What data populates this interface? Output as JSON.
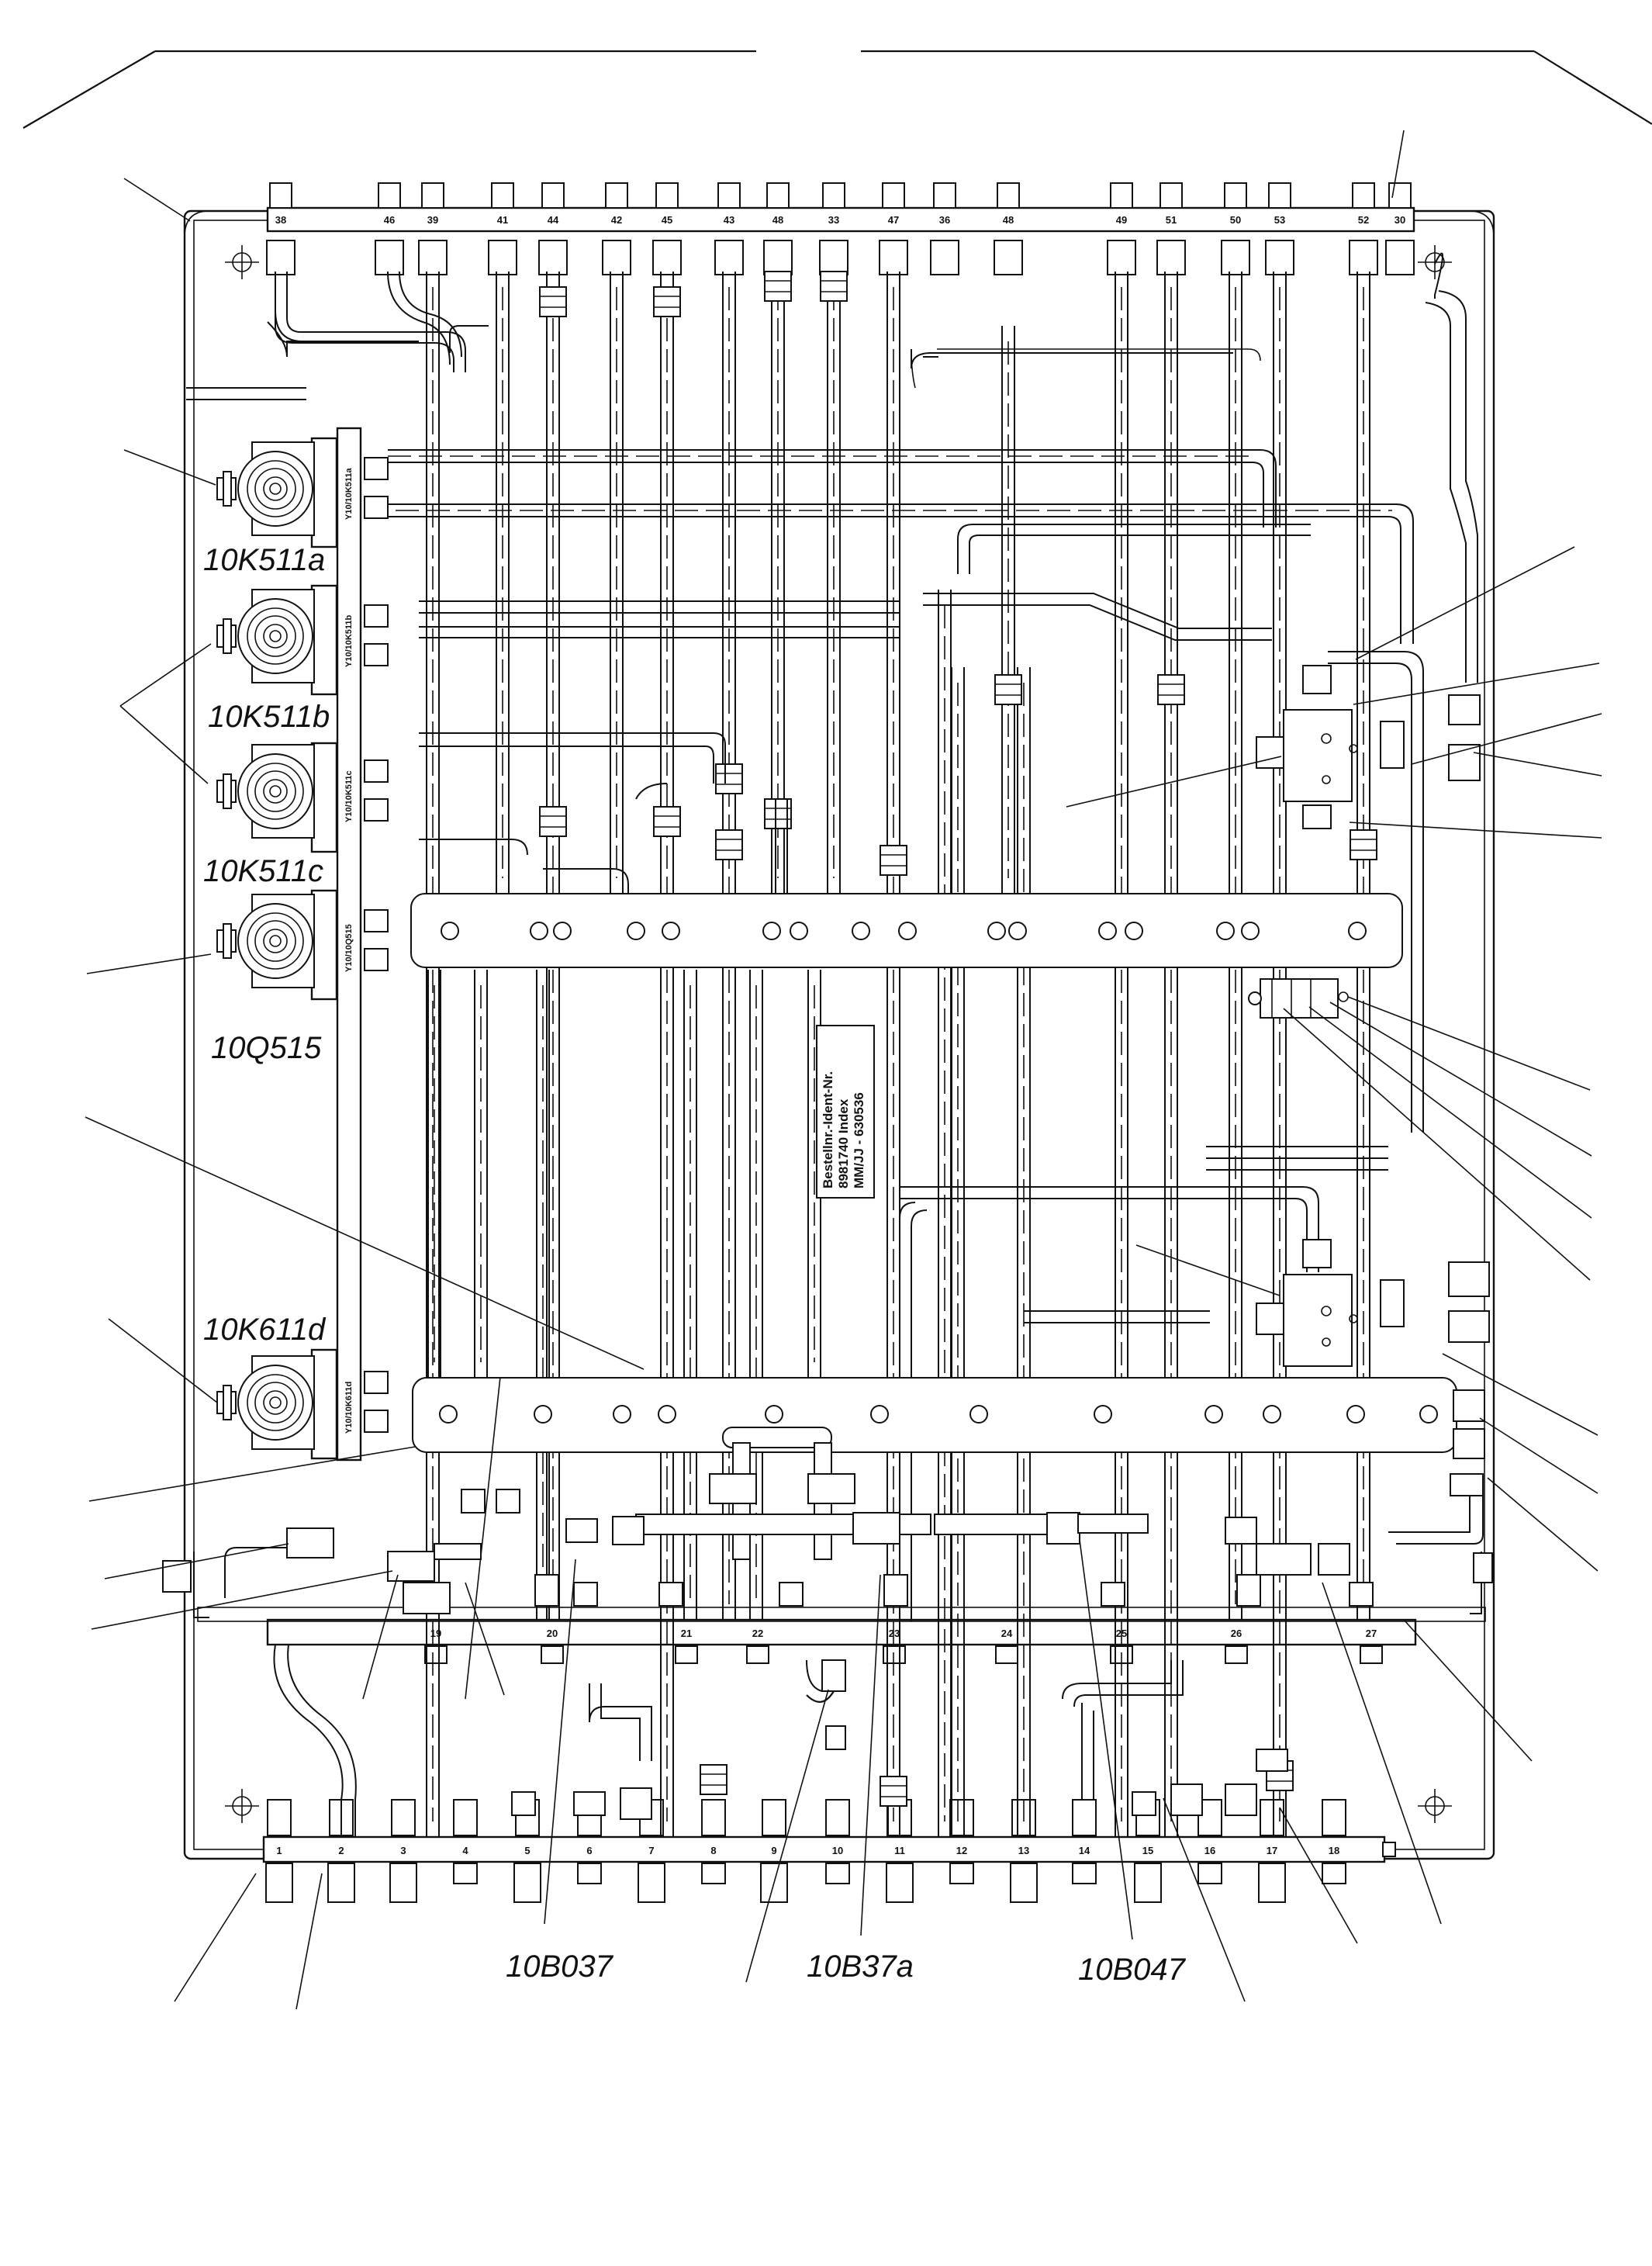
{
  "diagram": {
    "callouts": {
      "k511a": "10K511a",
      "k511b": "10K511b",
      "k511c": "10K511c",
      "q515": "10Q515",
      "k611d": "10K611d",
      "b037": "10B037",
      "b37a": "10B37a",
      "b047": "10B047"
    },
    "top_ports": [
      "38",
      "46",
      "39",
      "41",
      "44",
      "42",
      "45",
      "43",
      "48",
      "33",
      "47",
      "36",
      "48",
      "49",
      "51",
      "50",
      "53",
      "52",
      "30"
    ],
    "bottom_ports": [
      "1",
      "2",
      "3",
      "4",
      "5",
      "6",
      "7",
      "8",
      "9",
      "10",
      "11",
      "12",
      "13",
      "14",
      "15",
      "16",
      "17",
      "18"
    ],
    "middle_ports": [
      "19",
      "20",
      "21",
      "22",
      "23",
      "24",
      "25",
      "26",
      "27"
    ],
    "valve_labels": [
      "Y10/10K511a",
      "Y10/10K511b",
      "Y10/10K511c",
      "Y10/10Q515",
      "Y10/10K611d"
    ],
    "plate": {
      "line1": "Bestellnr.-Ident-Nr.",
      "line2": "8981740 Index",
      "line3": "MM/JJ - 630536"
    }
  }
}
